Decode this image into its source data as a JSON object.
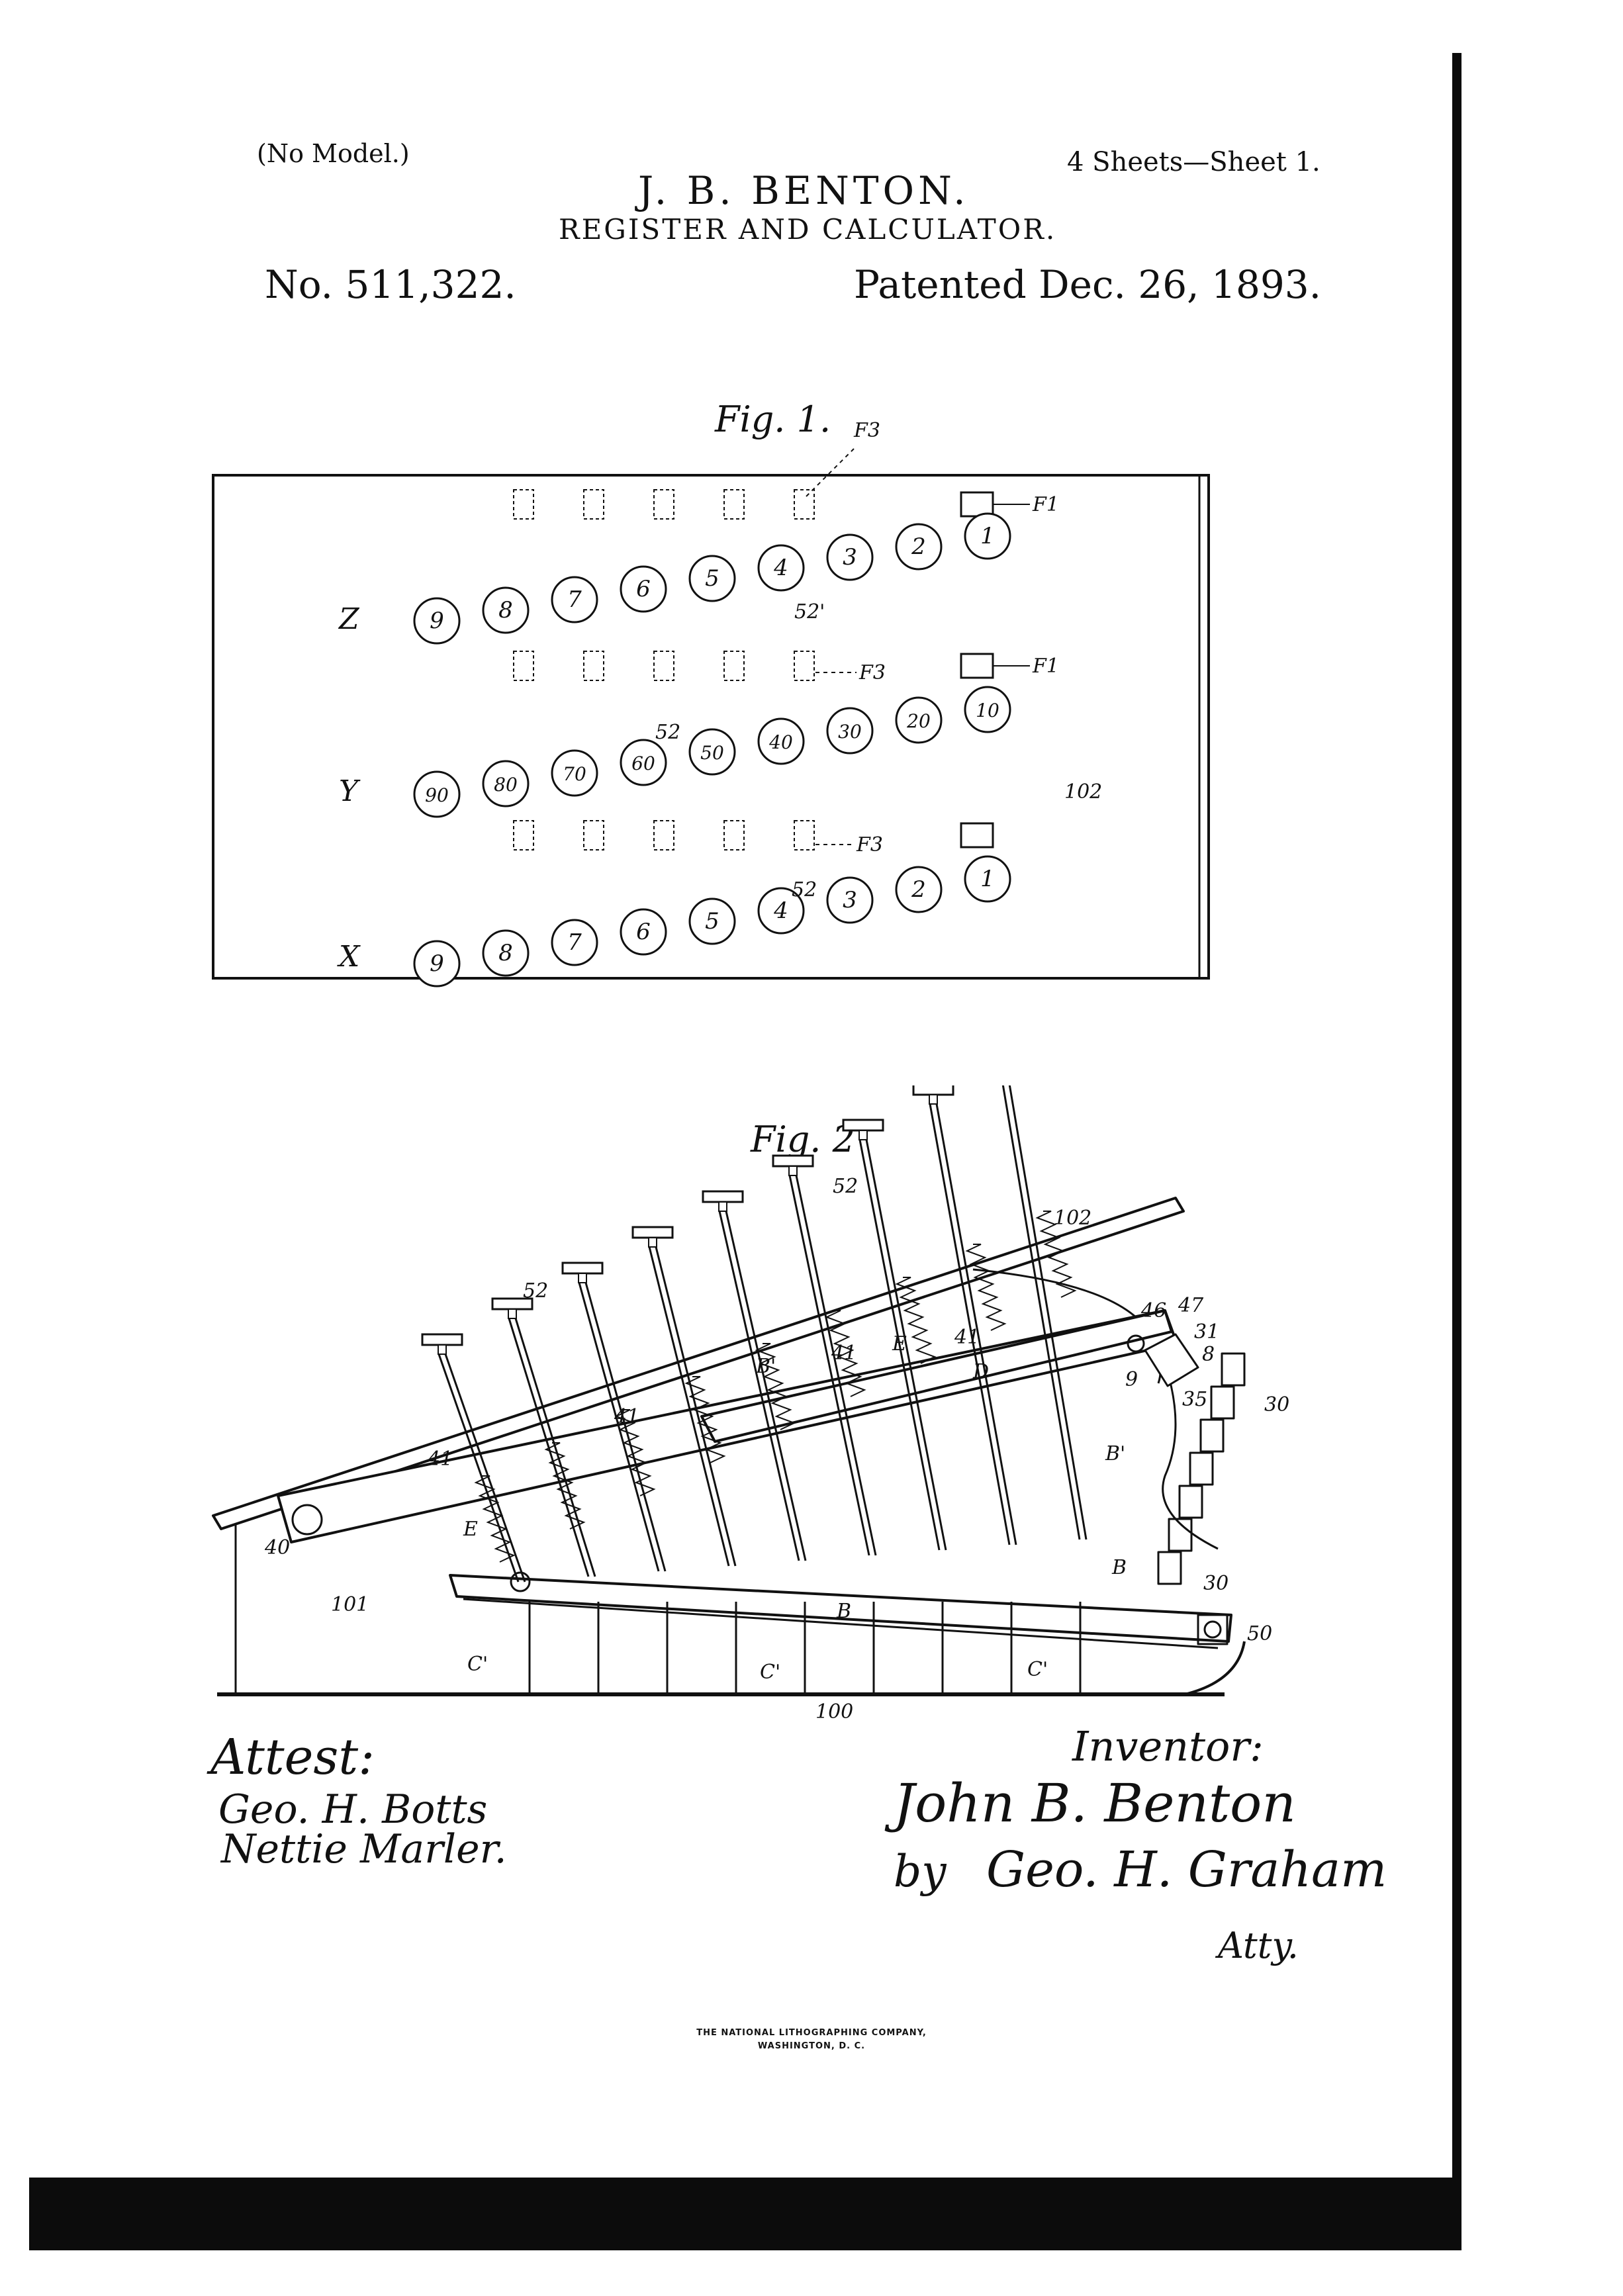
{
  "header": {
    "model": "(No Model.)",
    "sheet": "4 Sheets—Sheet 1.",
    "inventor": "J. B. BENTON.",
    "title": "REGISTER AND CALCULATOR.",
    "patent_number": "No. 511,322.",
    "patent_date": "Patented Dec. 26, 1893."
  },
  "fig1": {
    "caption": "Fig. 1.",
    "row_labels": [
      "Z",
      "Y",
      "X"
    ],
    "row_z": [
      "9",
      "8",
      "7",
      "6",
      "5",
      "4",
      "3",
      "2",
      "1"
    ],
    "row_y": [
      "90",
      "80",
      "70",
      "60",
      "50",
      "40",
      "30",
      "20",
      "10"
    ],
    "row_x": [
      "9",
      "8",
      "7",
      "6",
      "5",
      "4",
      "3",
      "2",
      "1"
    ],
    "refs": {
      "f3": "F3",
      "f1": "F1",
      "k52": "52",
      "k52b": "52'",
      "plate": "102"
    }
  },
  "fig2": {
    "caption": "Fig. 2",
    "refs": {
      "r52a": "52",
      "r52b": "52",
      "r102": "102",
      "r46": "46",
      "r47": "47",
      "r31": "31",
      "r8": "8",
      "r9": "9",
      "r35": "35",
      "r30a": "30",
      "r30b": "30",
      "r41a": "41",
      "r41b": "41",
      "r41c": "41",
      "r41d": "41",
      "rEa": "E",
      "rEb": "E",
      "rD": "D",
      "rBa": "B'",
      "rBb": "B'",
      "rB2": "B",
      "rB": "B",
      "r40": "40",
      "r101": "101",
      "rCa": "C'",
      "rCb": "C'",
      "rCc": "C'",
      "r100": "100",
      "r50": "50"
    }
  },
  "signatures": {
    "attest": "Attest:",
    "witness1": "Geo. H. Botts",
    "witness2": "Nettie Marler.",
    "inventor_label": "Inventor:",
    "inventor_sig": "John B. Benton",
    "by": "by",
    "attorney": "Geo. H. Graham",
    "atty": "Atty."
  },
  "printer": {
    "line1": "THE NATIONAL LITHOGRAPHING COMPANY,",
    "line2": "WASHINGTON, D. C."
  }
}
